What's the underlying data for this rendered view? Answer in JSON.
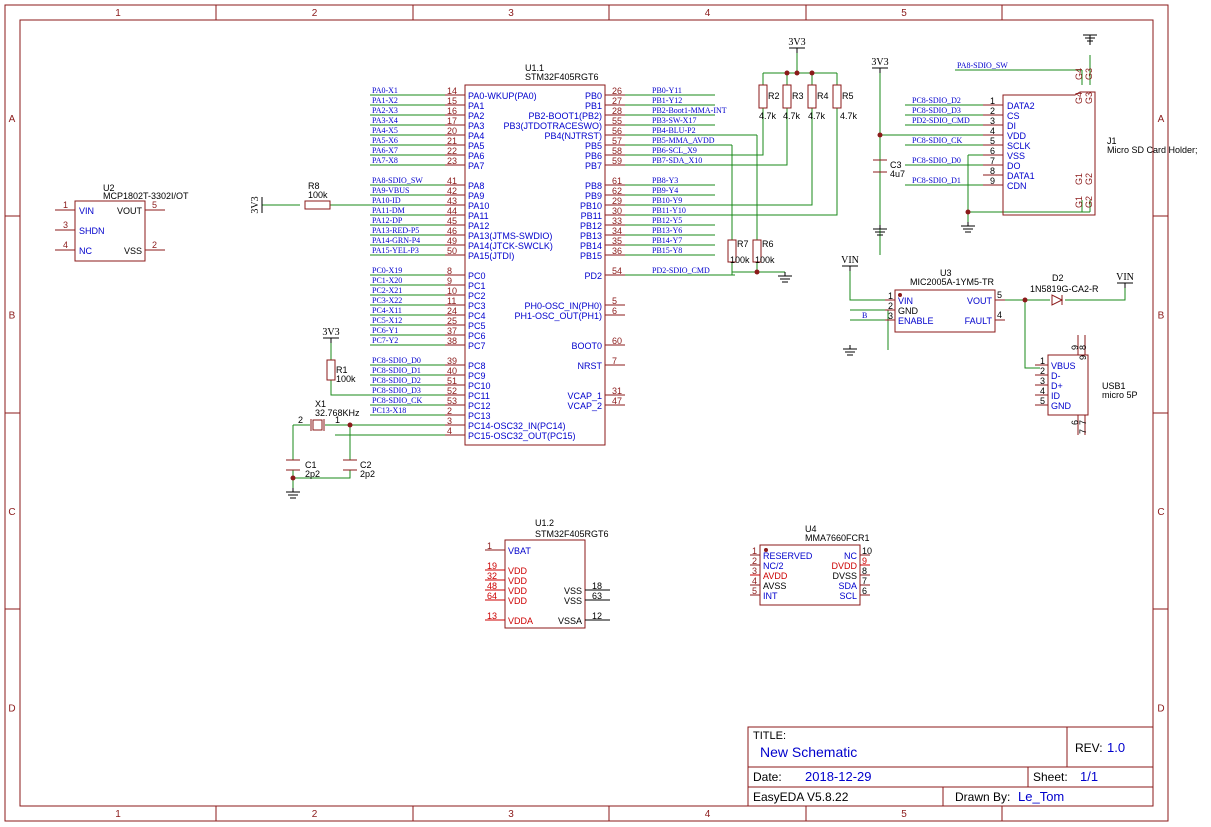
{
  "colors": {
    "frame": "#8b1a1a",
    "wire": "#1a8a1a",
    "net": "#0000cc",
    "pinnum": "#8b1a1a",
    "power": "#cc0000",
    "text": "#000000"
  },
  "frame": {
    "cols": [
      "1",
      "2",
      "3",
      "4",
      "5"
    ],
    "rows": [
      "A",
      "B",
      "C",
      "D"
    ]
  },
  "title_block": {
    "title_label": "TITLE:",
    "title": "New Schematic",
    "rev_label": "REV:",
    "rev": "1.0",
    "date_label": "Date:",
    "date": "2018-12-29",
    "sheet_label": "Sheet:",
    "sheet": "1/1",
    "tool": "EasyEDA V5.8.22",
    "drawn_label": "Drawn By:",
    "drawn": "Le_Tom"
  },
  "u2": {
    "ref": "U2",
    "value": "MCP1802T-3302I/OT",
    "pins": [
      {
        "n": "1",
        "name": "VIN"
      },
      {
        "n": "3",
        "name": "SHDN"
      },
      {
        "n": "4",
        "name": "NC"
      },
      {
        "n": "5",
        "name": "VOUT"
      },
      {
        "n": "2",
        "name": "VSS"
      }
    ]
  },
  "u1a": {
    "ref": "U1.1",
    "value": "STM32F405RGT6",
    "left": [
      {
        "net": "PA0-X1",
        "n": "14",
        "name": "PA0-WKUP(PA0)"
      },
      {
        "net": "PA1-X2",
        "n": "15",
        "name": "PA1"
      },
      {
        "net": "PA2-X3",
        "n": "16",
        "name": "PA2"
      },
      {
        "net": "PA3-X4",
        "n": "17",
        "name": "PA3"
      },
      {
        "net": "PA4-X5",
        "n": "20",
        "name": "PA4"
      },
      {
        "net": "PA5-X6",
        "n": "21",
        "name": "PA5"
      },
      {
        "net": "PA6-X7",
        "n": "22",
        "name": "PA6"
      },
      {
        "net": "PA7-X8",
        "n": "23",
        "name": "PA7"
      },
      {
        "net": "PA8-SDIO_SW",
        "n": "41",
        "name": "PA8"
      },
      {
        "net": "PA9-VBUS",
        "n": "42",
        "name": "PA9"
      },
      {
        "net": "PA10-ID",
        "n": "43",
        "name": "PA10"
      },
      {
        "net": "PA11-DM",
        "n": "44",
        "name": "PA11"
      },
      {
        "net": "PA12-DP",
        "n": "45",
        "name": "PA12"
      },
      {
        "net": "PA13-RED-P5",
        "n": "46",
        "name": "PA13(JTMS-SWDIO)"
      },
      {
        "net": "PA14-GRN-P4",
        "n": "49",
        "name": "PA14(JTCK-SWCLK)"
      },
      {
        "net": "PA15-YEL-P3",
        "n": "50",
        "name": "PA15(JTDI)"
      },
      {
        "net": "PC0-X19",
        "n": "8",
        "name": "PC0"
      },
      {
        "net": "PC1-X20",
        "n": "9",
        "name": "PC1"
      },
      {
        "net": "PC2-X21",
        "n": "10",
        "name": "PC2"
      },
      {
        "net": "PC3-X22",
        "n": "11",
        "name": "PC3"
      },
      {
        "net": "PC4-X11",
        "n": "24",
        "name": "PC4"
      },
      {
        "net": "PC5-X12",
        "n": "25",
        "name": "PC5"
      },
      {
        "net": "PC6-Y1",
        "n": "37",
        "name": "PC6"
      },
      {
        "net": "PC7-Y2",
        "n": "38",
        "name": "PC7"
      },
      {
        "net": "PC8-SDIO_D0",
        "n": "39",
        "name": "PC8"
      },
      {
        "net": "PC8-SDIO_D1",
        "n": "40",
        "name": "PC9"
      },
      {
        "net": "PC8-SDIO_D2",
        "n": "51",
        "name": "PC10"
      },
      {
        "net": "PC8-SDIO_D3",
        "n": "52",
        "name": "PC11"
      },
      {
        "net": "PC8-SDIO_CK",
        "n": "53",
        "name": "PC12"
      },
      {
        "net": "PC13-X18",
        "n": "2",
        "name": "PC13"
      },
      {
        "net": "",
        "n": "3",
        "name": "PC14-OSC32_IN(PC14)"
      },
      {
        "net": "",
        "n": "4",
        "name": "PC15-OSC32_OUT(PC15)"
      }
    ],
    "right": [
      {
        "net": "PB0-Y11",
        "n": "26",
        "name": "PB0"
      },
      {
        "net": "PB1-Y12",
        "n": "27",
        "name": "PB1"
      },
      {
        "net": "PB2-Boot1-MMA-INT",
        "n": "28",
        "name": "PB2-BOOT1(PB2)"
      },
      {
        "net": "PB3-SW-X17",
        "n": "55",
        "name": "PB3(JTDOTRACESWO)"
      },
      {
        "net": "PB4-BLU-P2",
        "n": "56",
        "name": "PB4(NJTRST)"
      },
      {
        "net": "PB5-MMA_AVDD",
        "n": "57",
        "name": "PB5"
      },
      {
        "net": "PB6-SCL_X9",
        "n": "58",
        "name": "PB6"
      },
      {
        "net": "PB7-SDA_X10",
        "n": "59",
        "name": "PB7"
      },
      {
        "net": "PB8-Y3",
        "n": "61",
        "name": "PB8"
      },
      {
        "net": "PB9-Y4",
        "n": "62",
        "name": "PB9"
      },
      {
        "net": "PB10-Y9",
        "n": "29",
        "name": "PB10"
      },
      {
        "net": "PB11-Y10",
        "n": "30",
        "name": "PB11"
      },
      {
        "net": "PB12-Y5",
        "n": "33",
        "name": "PB12"
      },
      {
        "net": "PB13-Y6",
        "n": "34",
        "name": "PB13"
      },
      {
        "net": "PB14-Y7",
        "n": "35",
        "name": "PB14"
      },
      {
        "net": "PB15-Y8",
        "n": "36",
        "name": "PB15"
      },
      {
        "net": "PD2-SDIO_CMD",
        "n": "54",
        "name": "PD2"
      },
      {
        "net": "",
        "n": "5",
        "name": "PH0-OSC_IN(PH0)"
      },
      {
        "net": "",
        "n": "6",
        "name": "PH1-OSC_OUT(PH1)"
      },
      {
        "net": "",
        "n": "60",
        "name": "BOOT0"
      },
      {
        "net": "",
        "n": "7",
        "name": "NRST"
      },
      {
        "net": "",
        "n": "31",
        "name": "VCAP_1"
      },
      {
        "net": "",
        "n": "47",
        "name": "VCAP_2"
      }
    ]
  },
  "u1b": {
    "ref": "U1.2",
    "value": "STM32F405RGT6",
    "left": [
      {
        "n": "1",
        "name": "VBAT"
      },
      {
        "n": "19",
        "name": "VDD"
      },
      {
        "n": "32",
        "name": "VDD"
      },
      {
        "n": "48",
        "name": "VDD"
      },
      {
        "n": "64",
        "name": "VDD"
      },
      {
        "n": "13",
        "name": "VDDA"
      }
    ],
    "right": [
      {
        "n": "18",
        "name": "VSS"
      },
      {
        "n": "63",
        "name": "VSS"
      },
      {
        "n": "12",
        "name": "VSSA"
      }
    ]
  },
  "u4": {
    "ref": "U4",
    "value": "MMA7660FCR1",
    "left": [
      {
        "n": "1",
        "name": "RESERVED"
      },
      {
        "n": "2",
        "name": "NC/2"
      },
      {
        "n": "3",
        "name": "AVDD"
      },
      {
        "n": "4",
        "name": "AVSS"
      },
      {
        "n": "5",
        "name": "INT"
      }
    ],
    "right": [
      {
        "n": "10",
        "name": "NC"
      },
      {
        "n": "9",
        "name": "DVDD"
      },
      {
        "n": "8",
        "name": "DVSS"
      },
      {
        "n": "7",
        "name": "SDA"
      },
      {
        "n": "6",
        "name": "SCL"
      }
    ]
  },
  "u3": {
    "ref": "U3",
    "value": "MIC2005A-1YM5-TR",
    "pins": [
      {
        "n": "1",
        "name": "VIN"
      },
      {
        "n": "2",
        "name": "GND"
      },
      {
        "n": "3",
        "name": "ENABLE"
      },
      {
        "n": "5",
        "name": "VOUT"
      },
      {
        "n": "4",
        "name": "FAULT"
      }
    ],
    "net_b": "B"
  },
  "d2": {
    "ref": "D2",
    "value": "1N5819G-CA2-R"
  },
  "j1": {
    "ref": "J1",
    "value": "Micro SD Card Holder;",
    "pins": [
      {
        "net": "PC8-SDIO_D2",
        "n": "1",
        "name": "DATA2"
      },
      {
        "net": "PC8-SDIO_D3",
        "n": "2",
        "name": "CS"
      },
      {
        "net": "PD2-SDIO_CMD",
        "n": "3",
        "name": "DI"
      },
      {
        "net": "",
        "n": "4",
        "name": "VDD"
      },
      {
        "net": "PC8-SDIO_CK",
        "n": "5",
        "name": "SCLK"
      },
      {
        "net": "",
        "n": "6",
        "name": "VSS"
      },
      {
        "net": "PC8-SDIO_D0",
        "n": "7",
        "name": "DO"
      },
      {
        "net": "",
        "n": "8",
        "name": "DATA1"
      },
      {
        "net": "PC8-SDIO_D1",
        "n": "9",
        "name": "CDN"
      }
    ],
    "sw_net": "PA8-SDIO_SW",
    "g_labels": [
      "G4",
      "G3",
      "G4",
      "G3",
      "G1",
      "G2",
      "G1",
      "G2"
    ]
  },
  "usb1": {
    "ref": "USB1",
    "value": "micro 5P",
    "pins": [
      {
        "n": "1",
        "name": "VBUS"
      },
      {
        "n": "2",
        "name": "D-"
      },
      {
        "n": "3",
        "name": "D+"
      },
      {
        "n": "4",
        "name": "ID"
      },
      {
        "n": "5",
        "name": "GND"
      }
    ],
    "top_nums": [
      "9",
      "8",
      "9"
    ],
    "bot_nums": [
      "6",
      "7",
      "7"
    ]
  },
  "r_pullups": [
    {
      "ref": "R2",
      "val": "4.7k"
    },
    {
      "ref": "R3",
      "val": "4.7k"
    },
    {
      "ref": "R4",
      "val": "4.7k"
    },
    {
      "ref": "R5",
      "val": "4.7k"
    }
  ],
  "r6": {
    "ref": "R6",
    "val": "100k"
  },
  "r7": {
    "ref": "R7",
    "val": "100k"
  },
  "r8": {
    "ref": "R8",
    "val": "100k"
  },
  "r1": {
    "ref": "R1",
    "val": "100k"
  },
  "x1": {
    "ref": "X1",
    "val": "32.768KHz",
    "pin2": "2",
    "pin1": "1"
  },
  "c1": {
    "ref": "C1",
    "val": "2p2"
  },
  "c2": {
    "ref": "C2",
    "val": "2p2"
  },
  "c3": {
    "ref": "C3",
    "val": "4u7"
  },
  "power": {
    "v3": "3V3",
    "vin": "VIN"
  }
}
